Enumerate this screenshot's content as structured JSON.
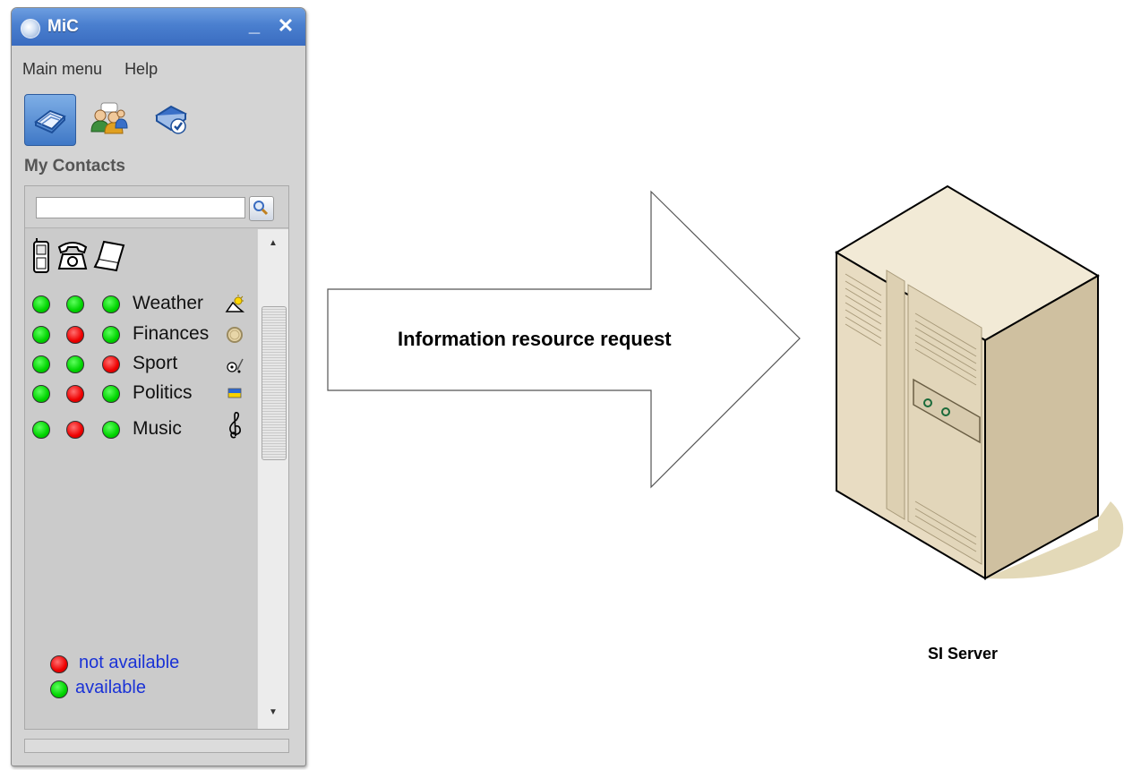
{
  "window": {
    "title": "MiC",
    "minimize_label": "_",
    "close_label": "✕"
  },
  "menu": {
    "items": [
      "Main menu",
      "Help"
    ]
  },
  "toolbar": {
    "buttons": [
      "book-icon",
      "contacts-icon",
      "book-check-icon"
    ],
    "active": 0
  },
  "contacts": {
    "title": "My Contacts",
    "search": {
      "value": "",
      "placeholder": ""
    },
    "devices": [
      "mobile-phone-icon",
      "desk-phone-icon",
      "laptop-icon"
    ],
    "rows": [
      {
        "label": "Weather",
        "status": [
          "green",
          "green",
          "green"
        ],
        "icon": "weather-icon"
      },
      {
        "label": "Finances",
        "status": [
          "green",
          "red",
          "green"
        ],
        "icon": "coin-icon"
      },
      {
        "label": "Sport",
        "status": [
          "green",
          "green",
          "red"
        ],
        "icon": "sport-icon"
      },
      {
        "label": "Politics",
        "status": [
          "green",
          "red",
          "green"
        ],
        "icon": "flag-icon"
      },
      {
        "label": "Music",
        "status": [
          "green",
          "red",
          "green"
        ],
        "icon": "treble-clef-icon"
      }
    ],
    "legend": [
      {
        "label": "not available",
        "color": "red"
      },
      {
        "label": "available",
        "color": "green"
      }
    ]
  },
  "diagram": {
    "arrow_label": "Information resource request",
    "server_label": "SI Server"
  },
  "colors": {
    "titlebar": "#4a7fcf",
    "available": "#00d400",
    "not_available": "#ee0000",
    "legend_text": "#1a32d6",
    "server_body": "#e8dcc2"
  }
}
